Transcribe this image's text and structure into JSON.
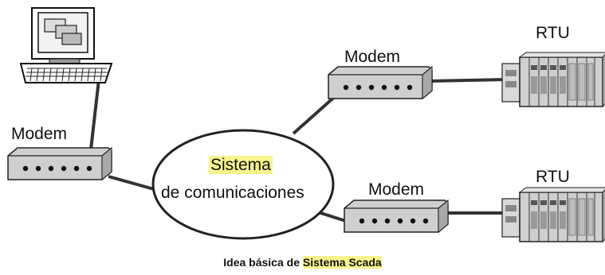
{
  "labels": {
    "modem_left": "Modem",
    "modem_top": "Modem",
    "modem_bottom": "Modem",
    "rtu_top": "RTU",
    "rtu_bottom": "RTU",
    "cloud_line1": "Sistema",
    "cloud_line2": "de comunicaciones"
  },
  "caption": {
    "prefix": "Idea básica de ",
    "highlight": "Sistema Scada"
  },
  "colors": {
    "highlight": "#f7f48c",
    "device_fill": "#c9c9c9",
    "link_line": "#333333"
  },
  "icons": {
    "computer": "computer-terminal-icon",
    "modem": "modem-icon",
    "rtu": "rtu-rack-icon"
  }
}
